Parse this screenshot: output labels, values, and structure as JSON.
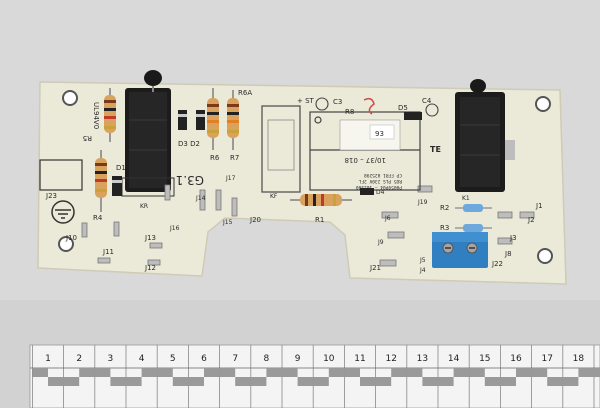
{
  "board": {
    "labels": {
      "ul94v0": "UL94V0",
      "r5": "R5",
      "d1": "D1",
      "r4": "R4",
      "j10": "J10",
      "j11": "J11",
      "j12": "J12",
      "j13": "J13",
      "j23": "J23",
      "kr": "KR",
      "d3d2": "D3 D2",
      "r6": "R6",
      "r7": "R7",
      "r6a": "R6A",
      "g31": "G3.1",
      "j14": "J14",
      "j15": "J15",
      "j16": "J16",
      "j17": "J17",
      "j20": "J20",
      "kf": "KF",
      "r1": "R1",
      "r8": "R8",
      "c3": "C3",
      "st": "+ ST",
      "d5": "D5",
      "c4": "C4",
      "d4": "D4",
      "j5": "J5",
      "j6": "J6",
      "j9": "J9",
      "j19": "J19",
      "r2": "R2",
      "r3": "R3",
      "j2": "J2",
      "j3": "J3",
      "j4": "J4",
      "j21": "J21",
      "j22": "J22",
      "j1": "J1",
      "j8": "J8",
      "k1": "K1",
      "te": "TE",
      "code": "10/37 – 018",
      "sticker": "93",
      "cp_line1": "CP FFR1 025298",
      "cp_line2": "RO5 PLS 230V 2FL",
      "cp_line3": "P0059P04 – 102300"
    }
  },
  "ruler": {
    "numbers": [
      "1",
      "2",
      "3",
      "4",
      "5",
      "6",
      "7",
      "8",
      "9",
      "10",
      "11",
      "12",
      "13",
      "14",
      "15",
      "16",
      "17",
      "18"
    ]
  },
  "colors": {
    "background": "#dcdcdc",
    "pcb": "#ebe9d8",
    "relay": "#1c1c1c",
    "terminal": "#2f7fc1",
    "ruler": "#f4f4f4"
  }
}
